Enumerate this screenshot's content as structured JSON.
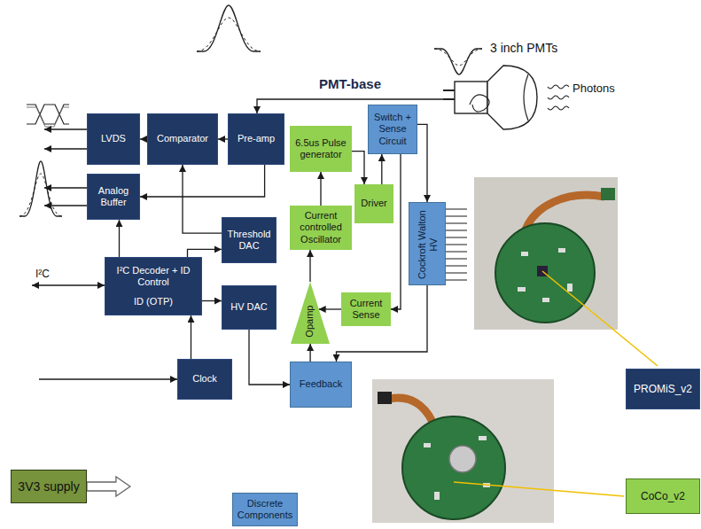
{
  "diagram": {
    "nodes": [
      {
        "text": [
          "PMT-base"
        ]
      },
      {
        "text": [
          "LVDS"
        ],
        "in": 0
      },
      {
        "text": [
          "Comparator"
        ],
        "in": 0
      },
      {
        "text": [
          "Pre-amp"
        ],
        "in": 0
      },
      {
        "text": [
          "Switch + Sense Circuit"
        ],
        "in": 0
      },
      {
        "text": [
          "6.5us Pulse generator"
        ],
        "in": 0
      },
      {
        "text": [
          "Analog Buffer"
        ],
        "in": 0
      },
      {
        "text": [
          "Driver"
        ],
        "in": 0
      },
      {
        "text": [
          "Current controlled Oscillator"
        ],
        "in": 0
      },
      {
        "text": [
          "Cockroft Walton HV"
        ],
        "in": 0
      },
      {
        "text": [
          "Threshold DAC"
        ],
        "in": 0
      },
      {
        "text": [
          "I²C Decoder + ID Control",
          "ID (OTP)"
        ],
        "in": 0
      },
      {
        "text": [
          "Current Sense"
        ],
        "in": 0
      },
      {
        "text": [
          "HV DAC"
        ],
        "in": 0
      },
      {
        "text": [
          "Opamp"
        ],
        "in": 0
      },
      {
        "text": [
          "Clock"
        ],
        "in": 0
      },
      {
        "text": [
          "Feedback"
        ],
        "in": 0
      },
      {
        "text": [
          "3V3 supply"
        ]
      },
      {
        "text": [
          "Discrete Components"
        ]
      },
      {
        "text": [
          "PROMiS_v2"
        ]
      },
      {
        "text": [
          "CoCo_v2"
        ]
      }
    ],
    "edges": [
      {
        "from": 3,
        "to": 2,
        "arrow": "to"
      },
      {
        "from": 2,
        "to": 1,
        "arrow": "to"
      },
      {
        "from": 3,
        "to": 6,
        "arrow": "to"
      },
      {
        "from": 10,
        "to": 2,
        "arrow": "to"
      },
      {
        "from": 11,
        "to": 6,
        "arrow": "to"
      },
      {
        "from": 11,
        "to": 10,
        "arrow": "to"
      },
      {
        "from": 11,
        "to": 13,
        "arrow": "to"
      },
      {
        "from": 15,
        "to": 11,
        "arrow": "to"
      },
      {
        "from": 13,
        "to": 16,
        "arrow": "to"
      },
      {
        "from": 16,
        "to": 14,
        "arrow": "to"
      },
      {
        "from": 14,
        "to": 8,
        "arrow": "to"
      },
      {
        "from": 8,
        "to": 5,
        "arrow": "to"
      },
      {
        "from": 5,
        "to": 7,
        "arrow": "to"
      },
      {
        "from": 7,
        "to": 4,
        "arrow": "to"
      },
      {
        "from": 4,
        "to": 9,
        "arrow": "to"
      },
      {
        "from": 4,
        "to": 12,
        "arrow": "to"
      },
      {
        "from": 12,
        "to": 14,
        "arrow": "to"
      },
      {
        "from": 9,
        "to": 16,
        "arrow": "to"
      },
      {
        "from": 17,
        "to": 0,
        "arrow": "to"
      }
    ],
    "labels": [
      "I²C",
      "3 inch PMTs",
      "Photons"
    ]
  }
}
